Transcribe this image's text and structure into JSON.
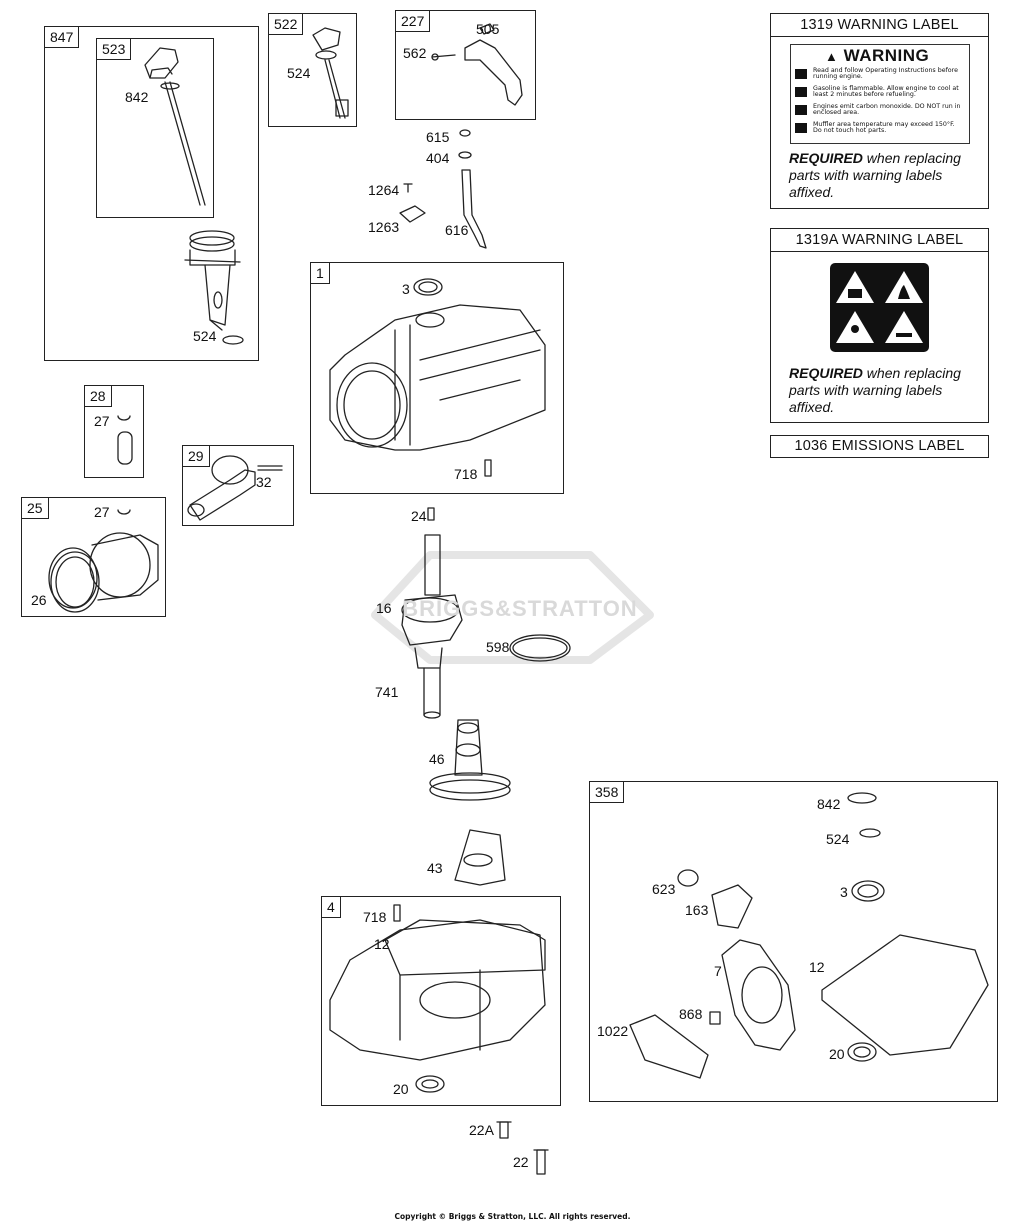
{
  "boxes": {
    "b847": "847",
    "b523": "523",
    "b522": "522",
    "b227": "227",
    "b1": "1",
    "b28": "28",
    "b29": "29",
    "b25": "25",
    "b4": "4",
    "b358": "358"
  },
  "labels": {
    "l842a": "842",
    "l524a": "524",
    "l524b": "524",
    "l505": "505",
    "l562": "562",
    "l615": "615",
    "l404": "404",
    "l1264": "1264",
    "l1263": "1263",
    "l616": "616",
    "l3a": "3",
    "l718a": "718",
    "l27a": "27",
    "l27b": "27",
    "l32": "32",
    "l26": "26",
    "l24": "24",
    "l16": "16",
    "l598": "598",
    "l741": "741",
    "l46": "46",
    "l43": "43",
    "l718b": "718",
    "l12a": "12",
    "l20a": "20",
    "l22a": "22A",
    "l22": "22",
    "l842b": "842",
    "l524c": "524",
    "l623": "623",
    "l163": "163",
    "l3b": "3",
    "l7": "7",
    "l12b": "12",
    "l868": "868",
    "l1022": "1022",
    "l20b": "20"
  },
  "warning_1319": {
    "title": "1319 WARNING LABEL",
    "sticker_title": "WARNING",
    "rows": [
      "Read and follow Operating Instructions before running engine.",
      "Gasoline is flammable. Allow engine to cool at least 2 minutes before refueling.",
      "Engines emit carbon monoxide. DO NOT run in enclosed area.",
      "Muffler area temperature may exceed 150°F. Do not touch hot parts."
    ],
    "required_bold": "REQUIRED",
    "required_rest": " when replacing parts with warning labels affixed."
  },
  "warning_1319a": {
    "title": "1319A WARNING LABEL",
    "required_bold": "REQUIRED",
    "required_rest": " when replacing parts with warning labels affixed."
  },
  "emissions": {
    "title": "1036 EMISSIONS LABEL"
  },
  "watermark": "BRIGGS&STRATTON",
  "copyright": "Copyright © Briggs & Stratton, LLC. All rights reserved."
}
